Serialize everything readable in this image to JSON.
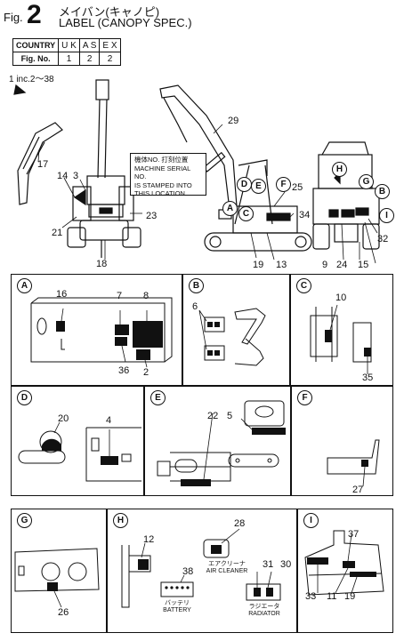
{
  "header": {
    "fig_prefix": "Fig.",
    "fig_number": "2",
    "title_jp": "メイバン(キャノピ)",
    "title_en": "LABEL (CANOPY SPEC.)"
  },
  "country_table": {
    "row1": [
      "COUNTRY",
      "U K",
      "A S",
      "E X"
    ],
    "row2": [
      "Fig. No.",
      "1",
      "2",
      "2"
    ]
  },
  "include_note": "1  inc.2～38",
  "serial_note": {
    "jp": "機体NO. 打刻位置",
    "line1": "MACHINE SERIAL NO.",
    "line2": "IS STAMPED INTO",
    "line3": "THIS LOCATION"
  },
  "overview_callouts": [
    "17",
    "14",
    "3",
    "21",
    "18",
    "23",
    "29",
    "25",
    "34",
    "13",
    "19",
    "32",
    "9",
    "24",
    "15"
  ],
  "overview_letters": [
    "D",
    "E",
    "F",
    "A",
    "C",
    "H",
    "G",
    "B",
    "I"
  ],
  "panels": {
    "A": {
      "letter": "A",
      "numbers": [
        "16",
        "7",
        "8",
        "36",
        "2"
      ]
    },
    "B": {
      "letter": "B",
      "numbers": [
        "6"
      ]
    },
    "C": {
      "letter": "C",
      "numbers": [
        "10",
        "35"
      ]
    },
    "D": {
      "letter": "D",
      "numbers": [
        "20",
        "4"
      ]
    },
    "E": {
      "letter": "E",
      "numbers": [
        "22",
        "5"
      ]
    },
    "F": {
      "letter": "F",
      "numbers": [
        "27"
      ]
    },
    "G": {
      "letter": "G",
      "numbers": [
        "26"
      ]
    },
    "H": {
      "letter": "H",
      "numbers": [
        "12",
        "28",
        "38",
        "31",
        "30"
      ],
      "air_cleaner_jp": "エアクリーナ",
      "air_cleaner_en": "AIR CLEANER",
      "battery_jp": "バッテリ",
      "battery_en": "BATTERY",
      "radiator_jp": "ラジエータ",
      "radiator_en": "RADIATOR"
    },
    "I": {
      "letter": "I",
      "numbers": [
        "37",
        "33",
        "11",
        "19"
      ]
    }
  }
}
